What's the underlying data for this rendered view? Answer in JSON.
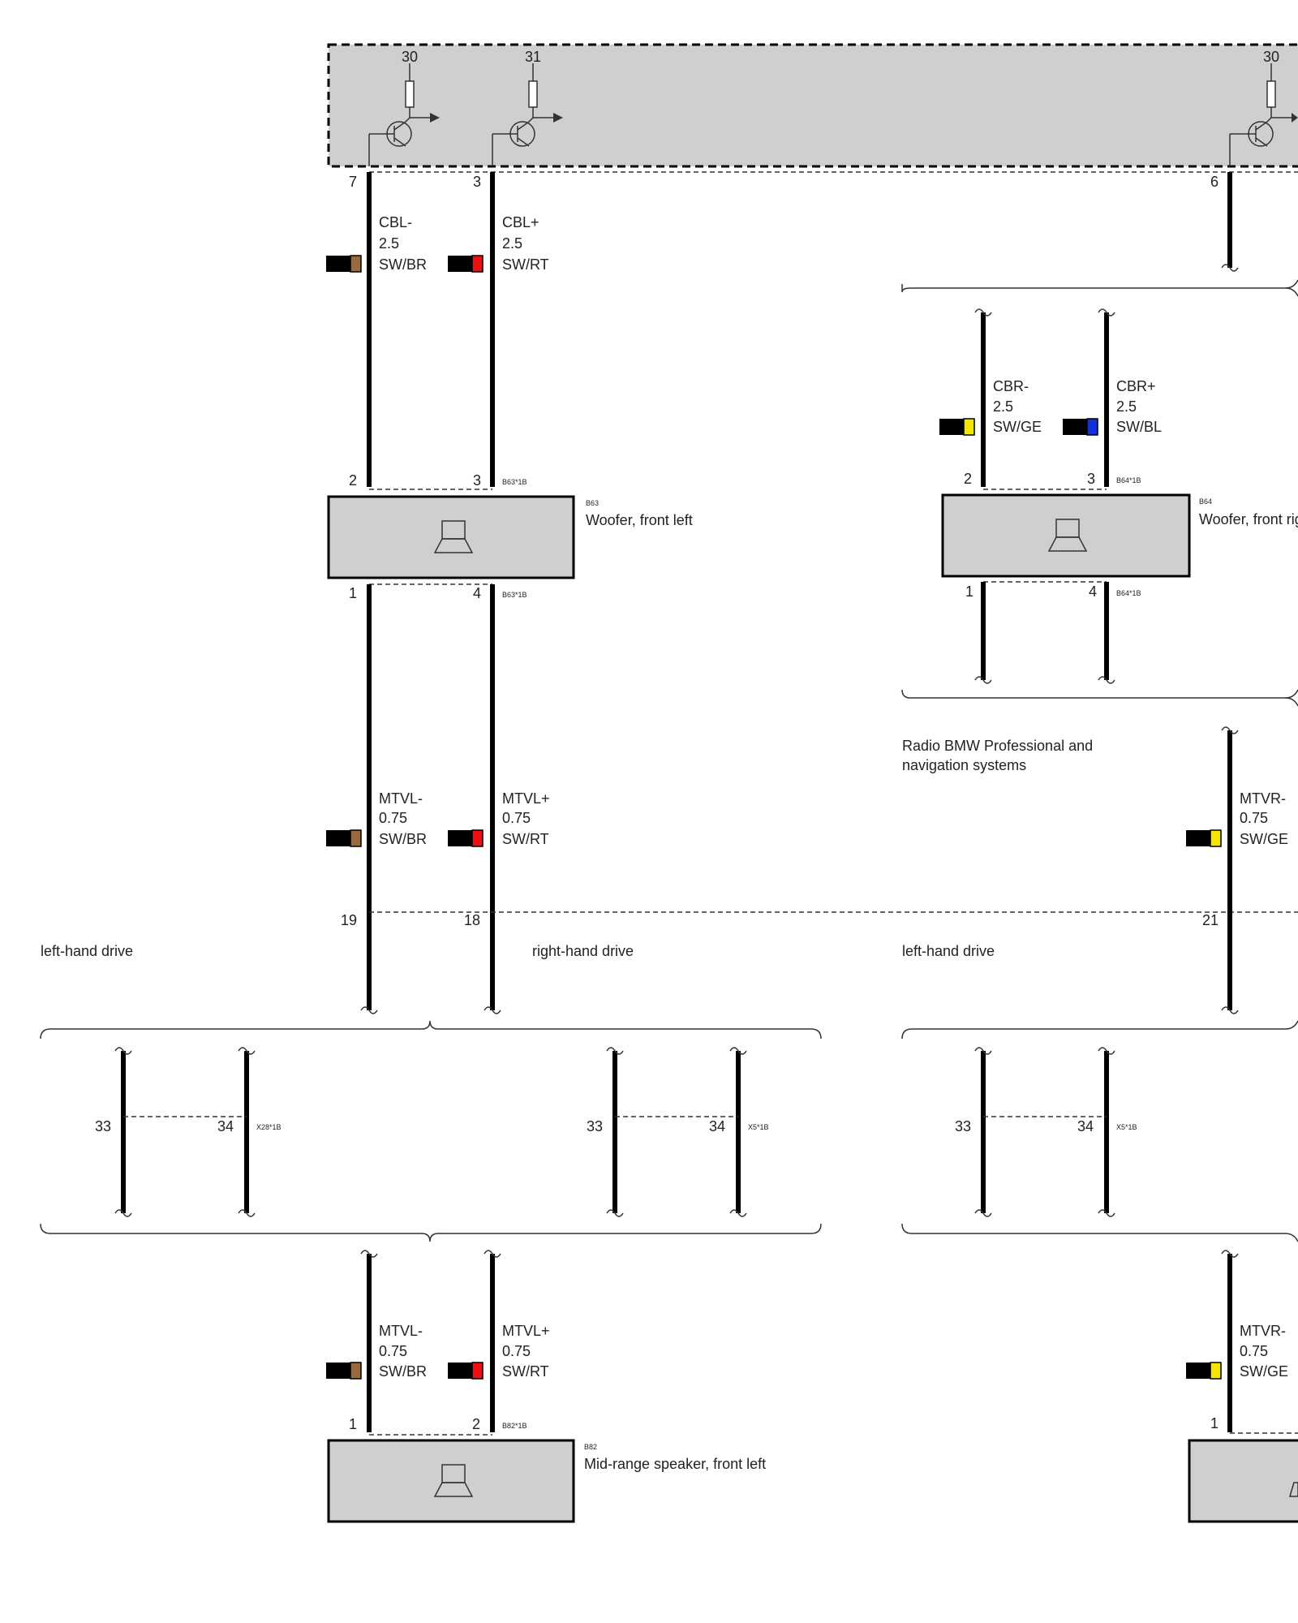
{
  "radio_module": {
    "label": "Radio BMW Professional and navigation systems",
    "label_line1": "Radio BMW Professional and",
    "label_line2": "navigation systems",
    "supply_left": "30",
    "supply_mid": "31",
    "supply_right": "30",
    "pins": {
      "cbl_minus": "7",
      "cbl_plus": "3",
      "right": "6",
      "mtvl_minus": "19",
      "mtvl_plus": "18",
      "mtvr_minus": "21"
    }
  },
  "wires": {
    "cbl_minus": {
      "name": "CBL-",
      "gauge": "2.5",
      "color": "SW/BR",
      "c1": "#000000",
      "c2": "#9b6a3c"
    },
    "cbl_plus": {
      "name": "CBL+",
      "gauge": "2.5",
      "color": "SW/RT",
      "c1": "#000000",
      "c2": "#ee1111"
    },
    "cbr_minus": {
      "name": "CBR-",
      "gauge": "2.5",
      "color": "SW/GE",
      "c1": "#000000",
      "c2": "#f5e600"
    },
    "cbr_plus": {
      "name": "CBR+",
      "gauge": "2.5",
      "color": "SW/BL",
      "c1": "#000000",
      "c2": "#1330e0"
    },
    "mtvl_minus_a": {
      "name": "MTVL-",
      "gauge": "0.75",
      "color": "SW/BR",
      "c1": "#000000",
      "c2": "#9b6a3c"
    },
    "mtvl_plus_a": {
      "name": "MTVL+",
      "gauge": "0.75",
      "color": "SW/RT",
      "c1": "#000000",
      "c2": "#ee1111"
    },
    "mtvr_minus_a": {
      "name": "MTVR-",
      "gauge": "0.75",
      "color": "SW/GE",
      "c1": "#000000",
      "c2": "#f5e600"
    },
    "mtvl_minus_b": {
      "name": "MTVL-",
      "gauge": "0.75",
      "color": "SW/BR",
      "c1": "#000000",
      "c2": "#9b6a3c"
    },
    "mtvl_plus_b": {
      "name": "MTVL+",
      "gauge": "0.75",
      "color": "SW/RT",
      "c1": "#000000",
      "c2": "#ee1111"
    },
    "mtvr_minus_b": {
      "name": "MTVR-",
      "gauge": "0.75",
      "color": "SW/GE",
      "c1": "#000000",
      "c2": "#f5e600"
    }
  },
  "components": {
    "b63": {
      "id": "B63",
      "name": "Woofer, front left",
      "conn": "B63*1B",
      "pin_tl": "2",
      "pin_tr": "3",
      "pin_bl": "1",
      "pin_br": "4"
    },
    "b64": {
      "id": "B64",
      "name": "Woofer, front right",
      "conn": "B64*1B",
      "pin_tl": "2",
      "pin_tr": "3",
      "pin_bl": "1",
      "pin_br": "4"
    },
    "b82": {
      "id": "B82",
      "name": "Mid-range speaker, front left",
      "conn": "B82*1B",
      "pin_tl": "1",
      "pin_tr": "2"
    },
    "b83": {
      "pin_tl": "1"
    }
  },
  "variants": {
    "left_drive": "left-hand drive",
    "right_drive": "right-hand drive",
    "left_drive_2": "left-hand drive"
  },
  "connectors": {
    "x28": {
      "conn": "X28*1B",
      "pin_a": "33",
      "pin_b": "34"
    },
    "x5_left": {
      "conn": "X5*1B",
      "pin_a": "33",
      "pin_b": "34"
    },
    "x5_right": {
      "conn": "X5*1B",
      "pin_a": "33",
      "pin_b": "34"
    }
  }
}
